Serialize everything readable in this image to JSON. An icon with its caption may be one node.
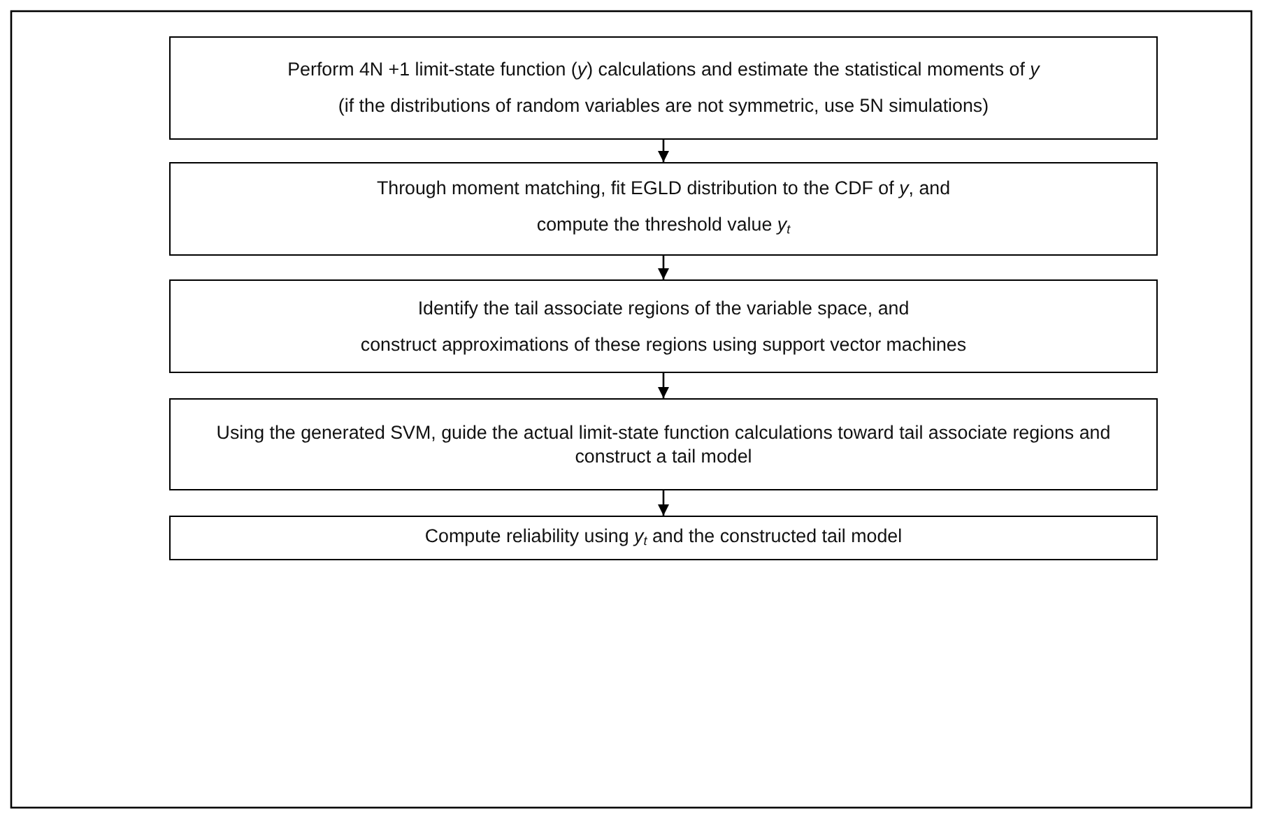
{
  "diagram": {
    "nodes": [
      {
        "text": [
          "Perform 4N +1 limit-state function (*y*) calculations and estimate the statistical moments of *y*",
          "(if the distributions of random variables are not symmetric, use 5N simulations)"
        ]
      },
      {
        "text": [
          "Through moment matching, fit EGLD distribution to the CDF of *y*, and",
          "compute the threshold value *y*$_{t}$"
        ]
      },
      {
        "text": [
          "Identify the tail associate regions of the variable space, and",
          "construct approximations of these regions using support vector machines"
        ]
      },
      {
        "text": [
          "Using the generated SVM, guide the actual limit-state function calculations toward tail associate regions and construct a tail model"
        ]
      },
      {
        "text": [
          "Compute reliability using *y*$_{t}$ and the constructed tail model"
        ]
      }
    ],
    "edges": [
      {
        "from": 0,
        "to": 1,
        "arrow": "to"
      },
      {
        "from": 1,
        "to": 2,
        "arrow": "to"
      },
      {
        "from": 2,
        "to": 3,
        "arrow": "to"
      },
      {
        "from": 3,
        "to": 4,
        "arrow": "to"
      }
    ]
  }
}
